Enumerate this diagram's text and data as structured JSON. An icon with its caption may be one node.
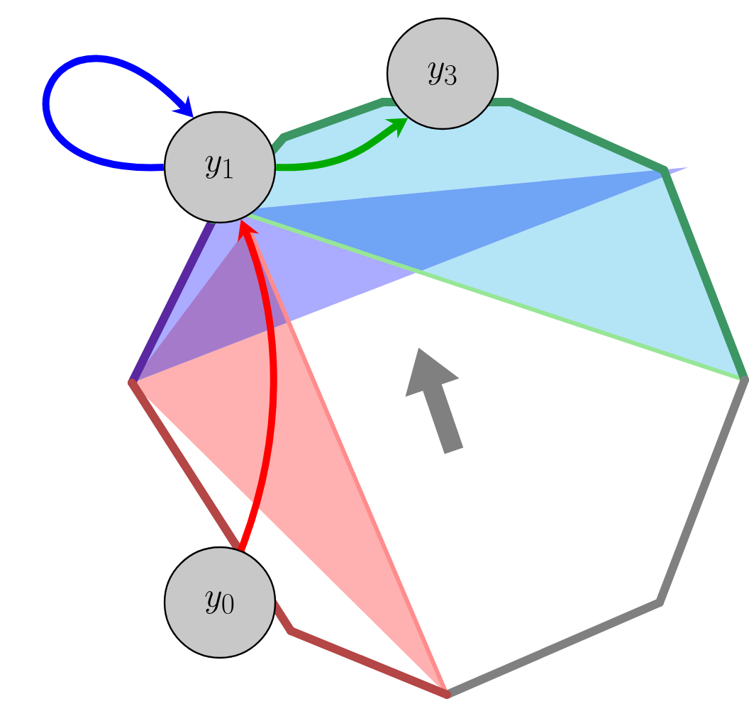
{
  "diagram": {
    "nodes": [
      {
        "text": [
          "y_3"
        ]
      },
      {
        "text": [
          "y_1"
        ]
      },
      {
        "text": [
          "y_0"
        ]
      }
    ],
    "edges": [
      {
        "from": 1,
        "to": 1,
        "arrow": "to",
        "color": "#0000ff"
      },
      {
        "from": 1,
        "to": 0,
        "arrow": "to",
        "color": "#00aa00"
      },
      {
        "from": 2,
        "to": 1,
        "arrow": "to",
        "color": "#ff0000"
      }
    ]
  }
}
